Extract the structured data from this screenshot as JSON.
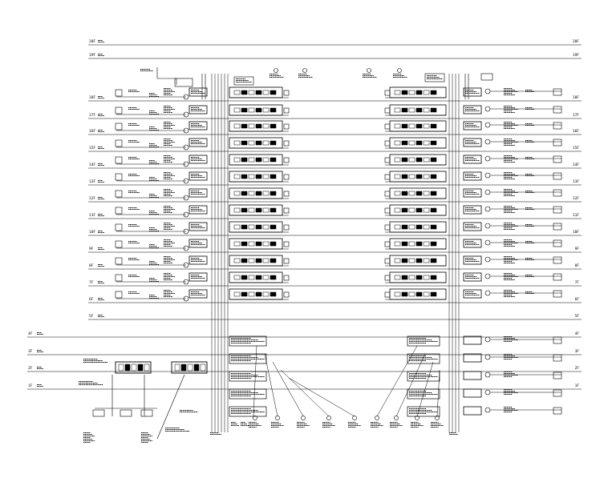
{
  "colors": {
    "line": "#000000",
    "background": "#ffffff"
  },
  "floors": [
    {
      "id": "20F",
      "label": "20F"
    },
    {
      "id": "19F",
      "label": "19F"
    },
    {
      "id": "18F",
      "label": "18F"
    },
    {
      "id": "17F",
      "label": "17F"
    },
    {
      "id": "16F",
      "label": "16F"
    },
    {
      "id": "15F",
      "label": "15F"
    },
    {
      "id": "14F",
      "label": "14F"
    },
    {
      "id": "13F",
      "label": "13F"
    },
    {
      "id": "12F",
      "label": "12F"
    },
    {
      "id": "11F",
      "label": "11F"
    },
    {
      "id": "10F",
      "label": "10F"
    },
    {
      "id": "9F",
      "label": "9F"
    },
    {
      "id": "8F",
      "label": "8F"
    },
    {
      "id": "7F",
      "label": "7F"
    },
    {
      "id": "6F",
      "label": "6F"
    },
    {
      "id": "5F",
      "label": "5F"
    },
    {
      "id": "4F",
      "label": "4F"
    },
    {
      "id": "3F",
      "label": "3F"
    },
    {
      "id": "2F",
      "label": "2F"
    },
    {
      "id": "1F",
      "label": "1F"
    }
  ]
}
